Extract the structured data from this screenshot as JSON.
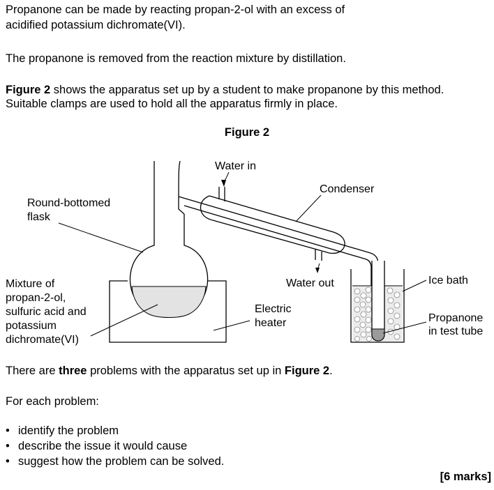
{
  "intro": {
    "line1": "Propanone can be made by reacting propan-2-ol with an excess of",
    "line2": "acidified potassium dichromate(VI)."
  },
  "distillation": "The propanone is removed from the reaction mixture by distillation.",
  "figure_intro": {
    "ref": "Figure 2",
    "line1_rest": " shows the apparatus set up by a student to make propanone by this method.",
    "line2": "Suitable clamps are used to hold all the apparatus firmly in place."
  },
  "figure": {
    "title": "Figure 2",
    "labels": {
      "water_in": "Water in",
      "condenser": "Condenser",
      "flask_1": "Round-bottomed",
      "flask_2": "flask",
      "water_out": "Water out",
      "ice_bath": "Ice bath",
      "mixture_1": "Mixture of",
      "mixture_2": "propan-2-ol,",
      "mixture_3": "sulfuric acid and",
      "mixture_4": "potassium",
      "mixture_5": "dichromate(VI)",
      "heater_1": "Electric",
      "heater_2": "heater",
      "propanone_1": "Propanone",
      "propanone_2": "in test tube"
    }
  },
  "question": {
    "pre": "There are ",
    "bold1": "three",
    "mid": " problems with the apparatus set up in ",
    "bold2": "Figure 2",
    "post": "."
  },
  "for_each": "For each problem:",
  "bullets": [
    "identify the problem",
    "describe the issue it would cause",
    "suggest how the problem can be solved."
  ],
  "marks": "[6 marks]"
}
